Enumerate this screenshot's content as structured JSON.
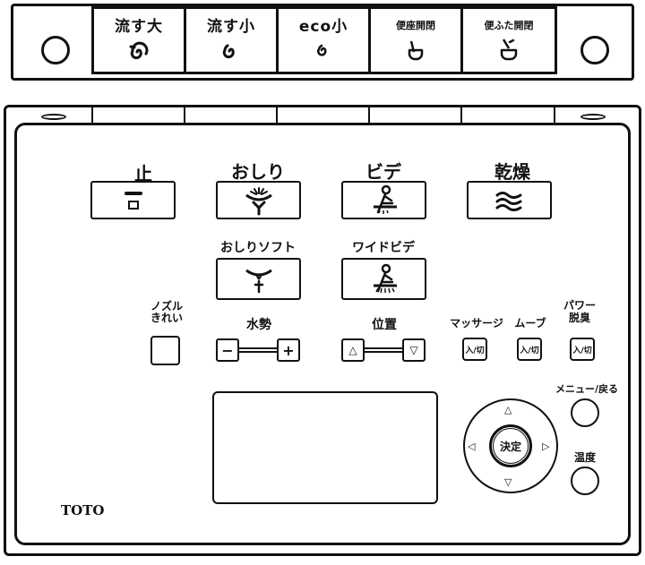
{
  "flush_panel": {
    "buttons": [
      {
        "label": "流す大",
        "icon": "swirl-large-icon"
      },
      {
        "label": "流す小",
        "icon": "swirl-small-icon"
      },
      {
        "label": "eco小",
        "icon": "swirl-eco-icon"
      },
      {
        "label": "便座開閉",
        "icon": "seat-open-close-icon"
      },
      {
        "label": "便ふた開閉",
        "icon": "lid-open-close-icon"
      }
    ]
  },
  "main": {
    "stop_label": "止",
    "oshiri_label": "おしり",
    "bidet_label": "ビデ",
    "dry_label": "乾燥",
    "oshiri_soft_label": "おしりソフト",
    "wide_bidet_label": "ワイドビデ",
    "nozzle_clean_label_1": "ノズル",
    "nozzle_clean_label_2": "きれい",
    "pressure_label": "水勢",
    "pressure_minus": "−",
    "pressure_plus": "+",
    "position_label": "位置",
    "position_up": "△",
    "position_down": "▽",
    "massage_label": "マッサージ",
    "move_label": "ムーブ",
    "power_deodorize_label_1": "パワー",
    "power_deodorize_label_2": "脱臭",
    "on_off_label": "入/切",
    "menu_back_label": "メニュー/戻る",
    "confirm_label": "決定",
    "temperature_label": "温度",
    "dpad_up": "△",
    "dpad_down": "▽",
    "dpad_left": "◁",
    "dpad_right": "▷"
  },
  "brand": "TOTO"
}
